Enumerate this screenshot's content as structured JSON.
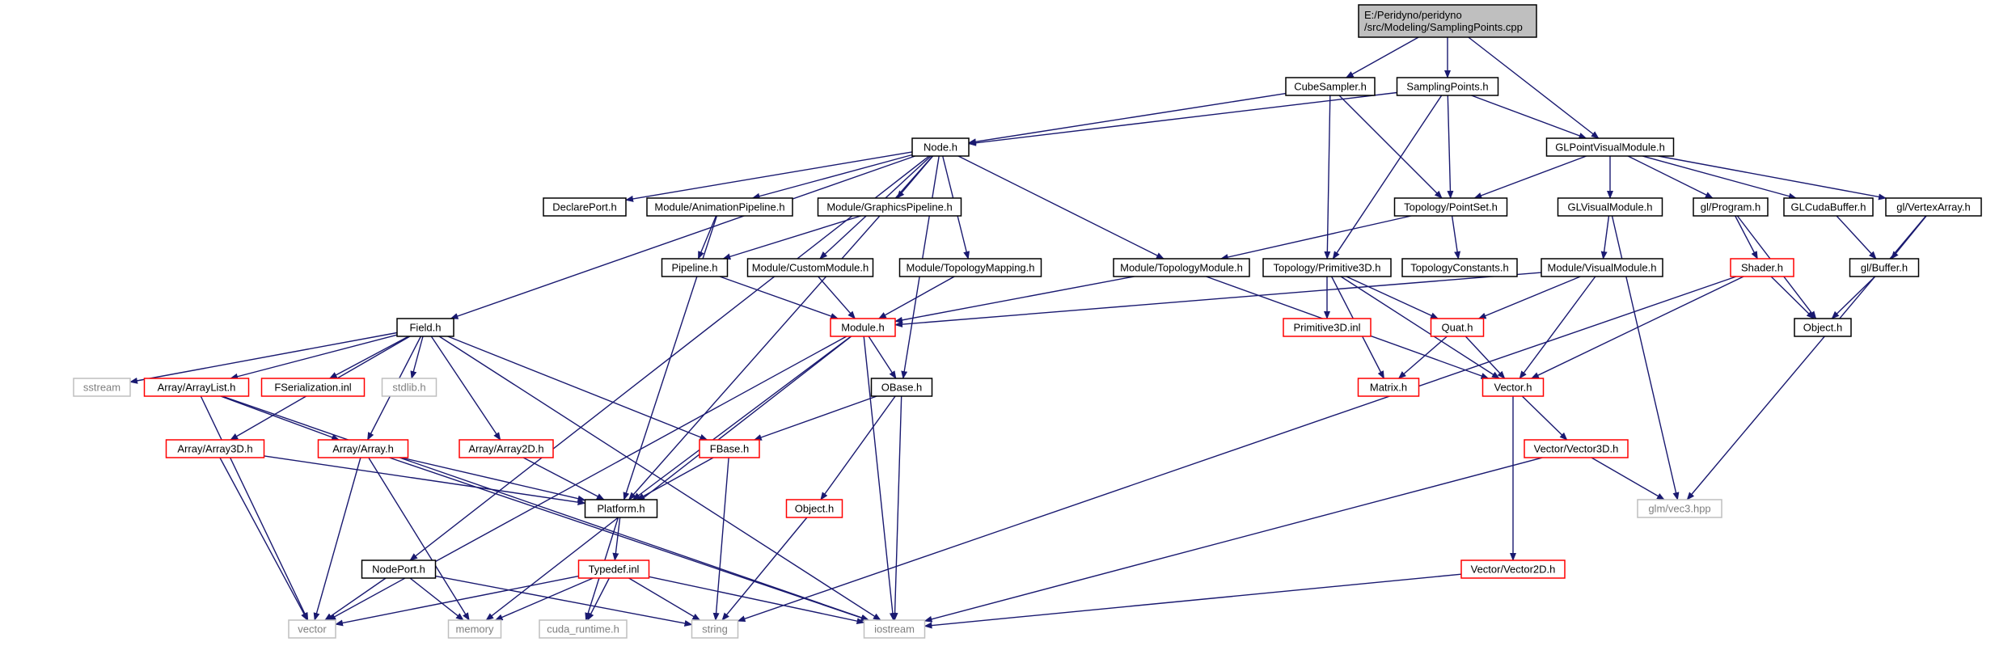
{
  "nodes": [
    {
      "id": "root",
      "label": "E:/Peridyno/peridyno\n/src/Modeling/SamplingPoints.cpp",
      "kind": "root"
    },
    {
      "id": "cubesampler",
      "label": "CubeSampler.h",
      "kind": "std"
    },
    {
      "id": "samplingpoints",
      "label": "SamplingPoints.h",
      "kind": "std"
    },
    {
      "id": "glpointvisual",
      "label": "GLPointVisualModule.h",
      "kind": "std"
    },
    {
      "id": "node",
      "label": "Node.h",
      "kind": "std"
    },
    {
      "id": "pointset",
      "label": "Topology/PointSet.h",
      "kind": "std"
    },
    {
      "id": "glvisual",
      "label": "GLVisualModule.h",
      "kind": "std"
    },
    {
      "id": "glprogram",
      "label": "gl/Program.h",
      "kind": "std"
    },
    {
      "id": "glcudabuffer",
      "label": "GLCudaBuffer.h",
      "kind": "std"
    },
    {
      "id": "glvertexarray",
      "label": "gl/VertexArray.h",
      "kind": "std"
    },
    {
      "id": "declareport",
      "label": "DeclarePort.h",
      "kind": "std"
    },
    {
      "id": "animpipeline",
      "label": "Module/AnimationPipeline.h",
      "kind": "std"
    },
    {
      "id": "graphicspipeline",
      "label": "Module/GraphicsPipeline.h",
      "kind": "std"
    },
    {
      "id": "pipeline",
      "label": "Pipeline.h",
      "kind": "std"
    },
    {
      "id": "custommodule",
      "label": "Module/CustomModule.h",
      "kind": "std"
    },
    {
      "id": "topomapping",
      "label": "Module/TopologyMapping.h",
      "kind": "std"
    },
    {
      "id": "topomodule",
      "label": "Module/TopologyModule.h",
      "kind": "std"
    },
    {
      "id": "primitive3d",
      "label": "Topology/Primitive3D.h",
      "kind": "std"
    },
    {
      "id": "topoconstants",
      "label": "TopologyConstants.h",
      "kind": "std"
    },
    {
      "id": "visualmodule",
      "label": "Module/VisualModule.h",
      "kind": "std"
    },
    {
      "id": "shader",
      "label": "Shader.h",
      "kind": "red"
    },
    {
      "id": "glbuffer",
      "label": "gl/Buffer.h",
      "kind": "std"
    },
    {
      "id": "objecth1",
      "label": "Object.h",
      "kind": "std"
    },
    {
      "id": "field",
      "label": "Field.h",
      "kind": "std"
    },
    {
      "id": "module",
      "label": "Module.h",
      "kind": "red"
    },
    {
      "id": "primitive3dinl",
      "label": "Primitive3D.inl",
      "kind": "red"
    },
    {
      "id": "quat",
      "label": "Quat.h",
      "kind": "red"
    },
    {
      "id": "sstream",
      "label": "sstream",
      "kind": "grey"
    },
    {
      "id": "arraylist",
      "label": "Array/ArrayList.h",
      "kind": "red"
    },
    {
      "id": "fserialization",
      "label": "FSerialization.inl",
      "kind": "red"
    },
    {
      "id": "stdlib",
      "label": "stdlib.h",
      "kind": "grey"
    },
    {
      "id": "obase",
      "label": "OBase.h",
      "kind": "std"
    },
    {
      "id": "matrix",
      "label": "Matrix.h",
      "kind": "red"
    },
    {
      "id": "vector",
      "label": "Vector.h",
      "kind": "red"
    },
    {
      "id": "array3d",
      "label": "Array/Array3D.h",
      "kind": "red"
    },
    {
      "id": "array",
      "label": "Array/Array.h",
      "kind": "red"
    },
    {
      "id": "array2d",
      "label": "Array/Array2D.h",
      "kind": "red"
    },
    {
      "id": "fbase",
      "label": "FBase.h",
      "kind": "red"
    },
    {
      "id": "vector3d",
      "label": "Vector/Vector3D.h",
      "kind": "red"
    },
    {
      "id": "platform",
      "label": "Platform.h",
      "kind": "std"
    },
    {
      "id": "objecth2",
      "label": "Object.h",
      "kind": "red"
    },
    {
      "id": "glmvec3",
      "label": "glm/vec3.hpp",
      "kind": "grey"
    },
    {
      "id": "nodeport",
      "label": "NodePort.h",
      "kind": "std"
    },
    {
      "id": "typedef",
      "label": "Typedef.inl",
      "kind": "red"
    },
    {
      "id": "vector2d",
      "label": "Vector/Vector2D.h",
      "kind": "red"
    },
    {
      "id": "vectorstd",
      "label": "vector",
      "kind": "grey"
    },
    {
      "id": "memory",
      "label": "memory",
      "kind": "grey"
    },
    {
      "id": "cudaruntime",
      "label": "cuda_runtime.h",
      "kind": "grey"
    },
    {
      "id": "string",
      "label": "string",
      "kind": "grey"
    },
    {
      "id": "iostream",
      "label": "iostream",
      "kind": "grey"
    }
  ],
  "edges": [
    [
      "root",
      "cubesampler"
    ],
    [
      "root",
      "samplingpoints"
    ],
    [
      "root",
      "glpointvisual"
    ],
    [
      "cubesampler",
      "node"
    ],
    [
      "cubesampler",
      "pointset"
    ],
    [
      "cubesampler",
      "primitive3d"
    ],
    [
      "samplingpoints",
      "node"
    ],
    [
      "samplingpoints",
      "pointset"
    ],
    [
      "samplingpoints",
      "glpointvisual"
    ],
    [
      "samplingpoints",
      "primitive3d"
    ],
    [
      "glpointvisual",
      "pointset"
    ],
    [
      "glpointvisual",
      "glvisual"
    ],
    [
      "glpointvisual",
      "glprogram"
    ],
    [
      "glpointvisual",
      "glcudabuffer"
    ],
    [
      "glpointvisual",
      "glvertexarray"
    ],
    [
      "node",
      "declareport"
    ],
    [
      "node",
      "animpipeline"
    ],
    [
      "node",
      "graphicspipeline"
    ],
    [
      "node",
      "custommodule"
    ],
    [
      "node",
      "topomapping"
    ],
    [
      "node",
      "topomodule"
    ],
    [
      "node",
      "field"
    ],
    [
      "node",
      "platform"
    ],
    [
      "node",
      "obase"
    ],
    [
      "node",
      "nodeport"
    ],
    [
      "animpipeline",
      "pipeline"
    ],
    [
      "animpipeline",
      "platform"
    ],
    [
      "graphicspipeline",
      "pipeline"
    ],
    [
      "pipeline",
      "module"
    ],
    [
      "custommodule",
      "module"
    ],
    [
      "topomapping",
      "module"
    ],
    [
      "topomodule",
      "module"
    ],
    [
      "topomodule",
      "vector"
    ],
    [
      "pointset",
      "topomodule"
    ],
    [
      "pointset",
      "topoconstants"
    ],
    [
      "primitive3d",
      "primitive3dinl"
    ],
    [
      "primitive3d",
      "quat"
    ],
    [
      "primitive3d",
      "matrix"
    ],
    [
      "primitive3d",
      "vector"
    ],
    [
      "glvisual",
      "visualmodule"
    ],
    [
      "glvisual",
      "glmvec3"
    ],
    [
      "visualmodule",
      "module"
    ],
    [
      "visualmodule",
      "quat"
    ],
    [
      "visualmodule",
      "vector"
    ],
    [
      "glprogram",
      "shader"
    ],
    [
      "glprogram",
      "objecth1"
    ],
    [
      "glcudabuffer",
      "glbuffer"
    ],
    [
      "glvertexarray",
      "glbuffer"
    ],
    [
      "glvertexarray",
      "glmvec3"
    ],
    [
      "glbuffer",
      "objecth1"
    ],
    [
      "shader",
      "objecth1"
    ],
    [
      "shader",
      "vector"
    ],
    [
      "shader",
      "string"
    ],
    [
      "quat",
      "matrix"
    ],
    [
      "quat",
      "vector"
    ],
    [
      "vector",
      "vector3d"
    ],
    [
      "vector",
      "vector2d"
    ],
    [
      "vector3d",
      "glmvec3"
    ],
    [
      "vector3d",
      "iostream"
    ],
    [
      "vector2d",
      "iostream"
    ],
    [
      "module",
      "obase"
    ],
    [
      "module",
      "platform"
    ],
    [
      "module",
      "vectorstd"
    ],
    [
      "module",
      "memory"
    ],
    [
      "module",
      "iostream"
    ],
    [
      "obase",
      "fbase"
    ],
    [
      "obase",
      "objecth2"
    ],
    [
      "obase",
      "iostream"
    ],
    [
      "objecth2",
      "string"
    ],
    [
      "fbase",
      "platform"
    ],
    [
      "fbase",
      "string"
    ],
    [
      "field",
      "sstream"
    ],
    [
      "field",
      "arraylist"
    ],
    [
      "field",
      "fserialization"
    ],
    [
      "field",
      "stdlib"
    ],
    [
      "field",
      "array3d"
    ],
    [
      "field",
      "array"
    ],
    [
      "field",
      "array2d"
    ],
    [
      "field",
      "fbase"
    ],
    [
      "field",
      "iostream"
    ],
    [
      "arraylist",
      "array"
    ],
    [
      "arraylist",
      "vectorstd"
    ],
    [
      "arraylist",
      "iostream"
    ],
    [
      "array3d",
      "platform"
    ],
    [
      "array3d",
      "vectorstd"
    ],
    [
      "array",
      "platform"
    ],
    [
      "array",
      "vectorstd"
    ],
    [
      "array",
      "memory"
    ],
    [
      "array",
      "iostream"
    ],
    [
      "array2d",
      "platform"
    ],
    [
      "platform",
      "typedef"
    ],
    [
      "platform",
      "cudaruntime"
    ],
    [
      "typedef",
      "vectorstd"
    ],
    [
      "typedef",
      "memory"
    ],
    [
      "typedef",
      "cudaruntime"
    ],
    [
      "typedef",
      "string"
    ],
    [
      "typedef",
      "iostream"
    ],
    [
      "nodeport",
      "vectorstd"
    ],
    [
      "nodeport",
      "memory"
    ],
    [
      "nodeport",
      "string"
    ]
  ]
}
